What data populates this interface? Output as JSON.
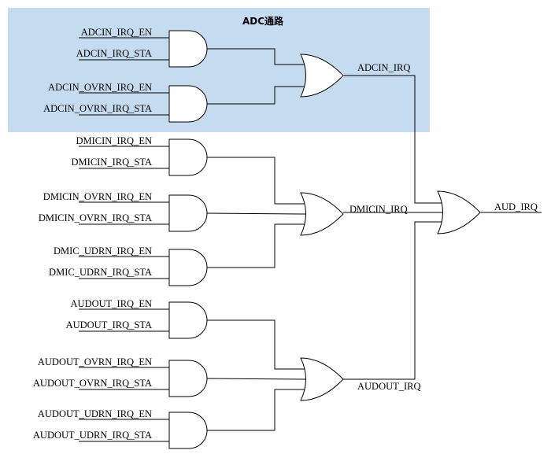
{
  "region": {
    "title": "ADC通路",
    "fill": "#c5dbf0"
  },
  "groups": [
    {
      "id": "adc",
      "output_label": "ADCIN_IRQ",
      "and_gates": [
        [
          "ADCIN_IRQ_EN",
          "ADCIN_IRQ_STA"
        ],
        [
          "ADCIN_OVRN_IRQ_EN",
          "ADCIN_OVRN_IRQ_STA"
        ]
      ]
    },
    {
      "id": "dmic",
      "output_label": "DMICIN_IRQ",
      "and_gates": [
        [
          "DMICIN_IRQ_EN",
          "DMICIN_IRQ_STA"
        ],
        [
          "DMICIN_OVRN_IRQ_EN",
          "DMICIN_OVRN_IRQ_STA"
        ],
        [
          "DMIC_UDRN_IRQ_EN",
          "DMIC_UDRN_IRQ_STA"
        ]
      ]
    },
    {
      "id": "audout",
      "output_label": "AUDOUT_IRQ",
      "and_gates": [
        [
          "AUDOUT_IRQ_EN",
          "AUDOUT_IRQ_STA"
        ],
        [
          "AUDOUT_OVRN_IRQ_EN",
          "AUDOUT_OVRN_IRQ_STA"
        ],
        [
          "AUDOUT_UDRN_IRQ_EN",
          "AUDOUT_UDRN_IRQ_STA"
        ]
      ]
    }
  ],
  "final_output": "AUD_IRQ"
}
